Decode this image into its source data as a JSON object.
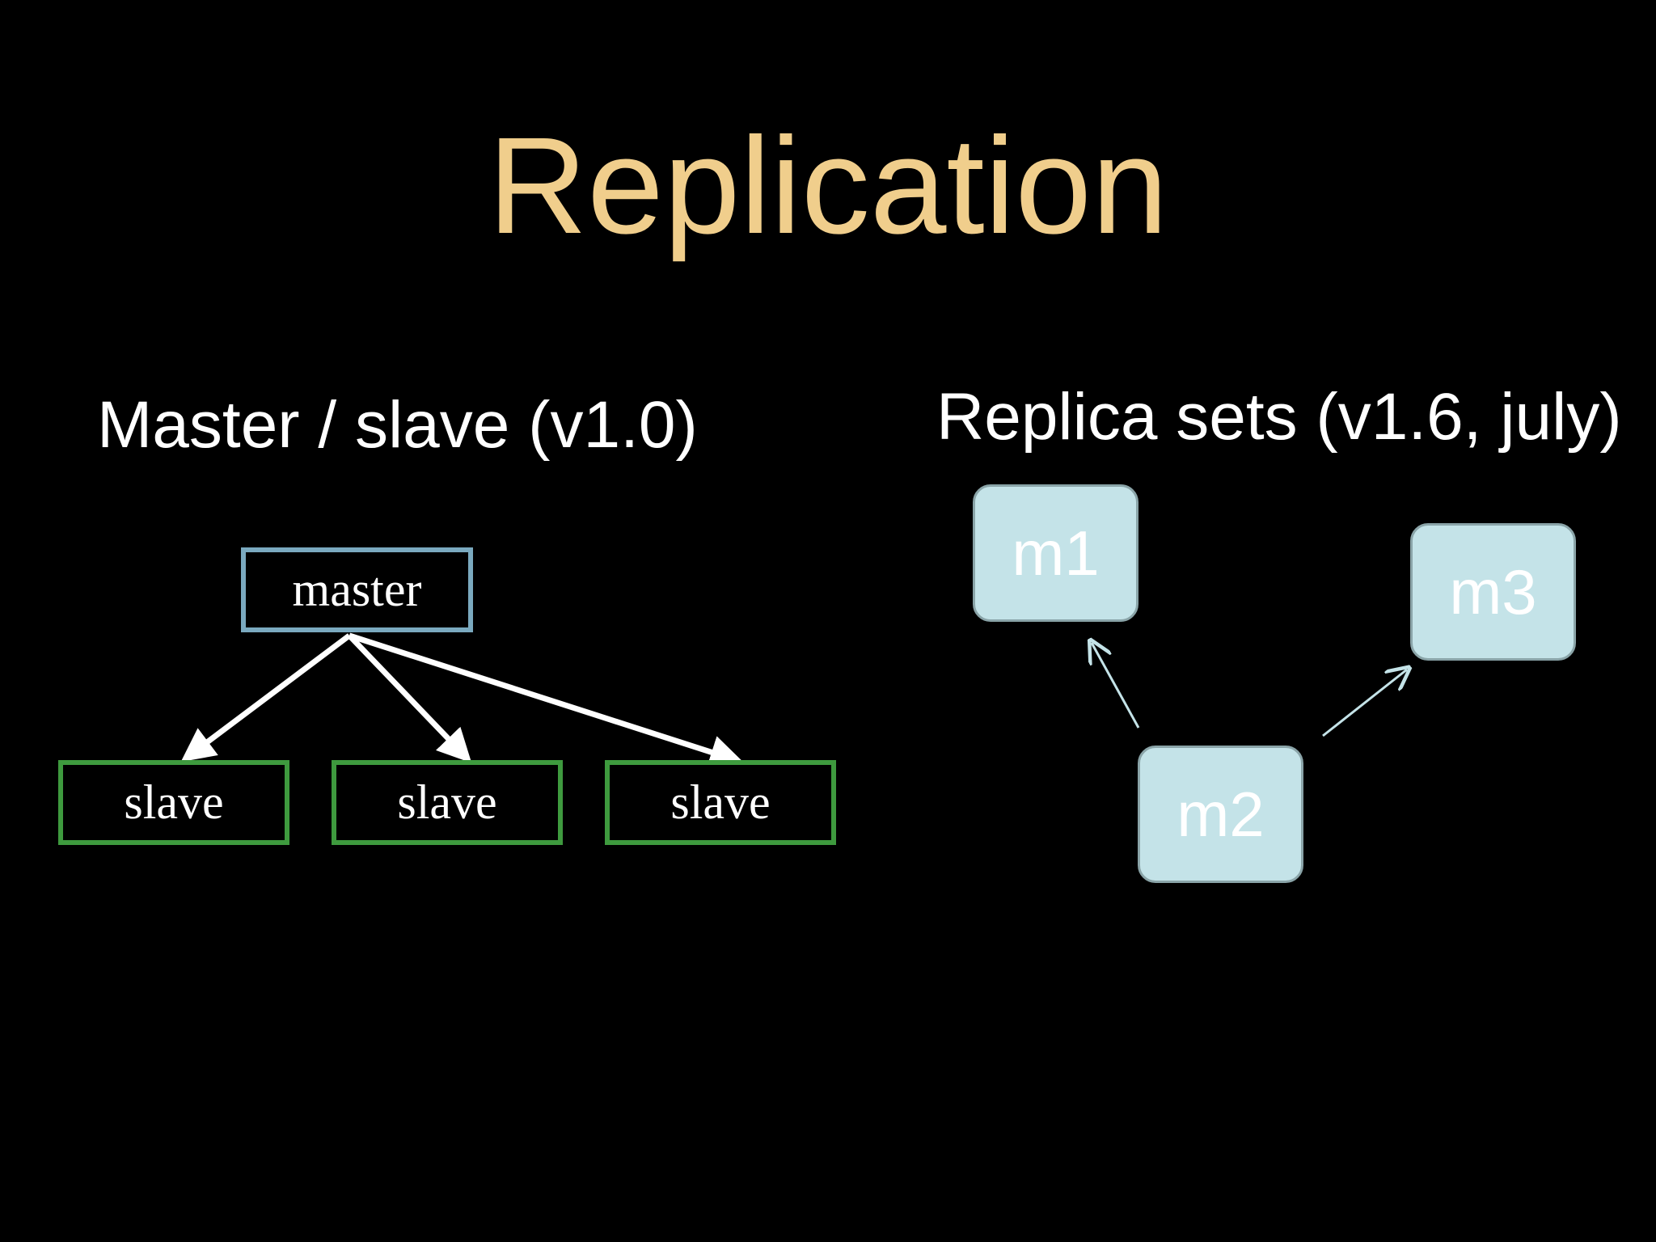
{
  "title": "Replication",
  "left_section": {
    "heading": "Master / slave (v1.0)",
    "master_label": "master",
    "slave_labels": [
      "slave",
      "slave",
      "slave"
    ]
  },
  "right_section": {
    "heading": "Replica sets (v1.6, july)",
    "nodes": [
      "m1",
      "m2",
      "m3"
    ]
  },
  "colors": {
    "title": "#f0ce8c",
    "master_border": "#7aa9bf",
    "slave_border": "#3e9a3e",
    "node_fill": "#c4e3e8",
    "node_arrow": "#c4e3e8",
    "tree_arrow": "#ffffff"
  }
}
